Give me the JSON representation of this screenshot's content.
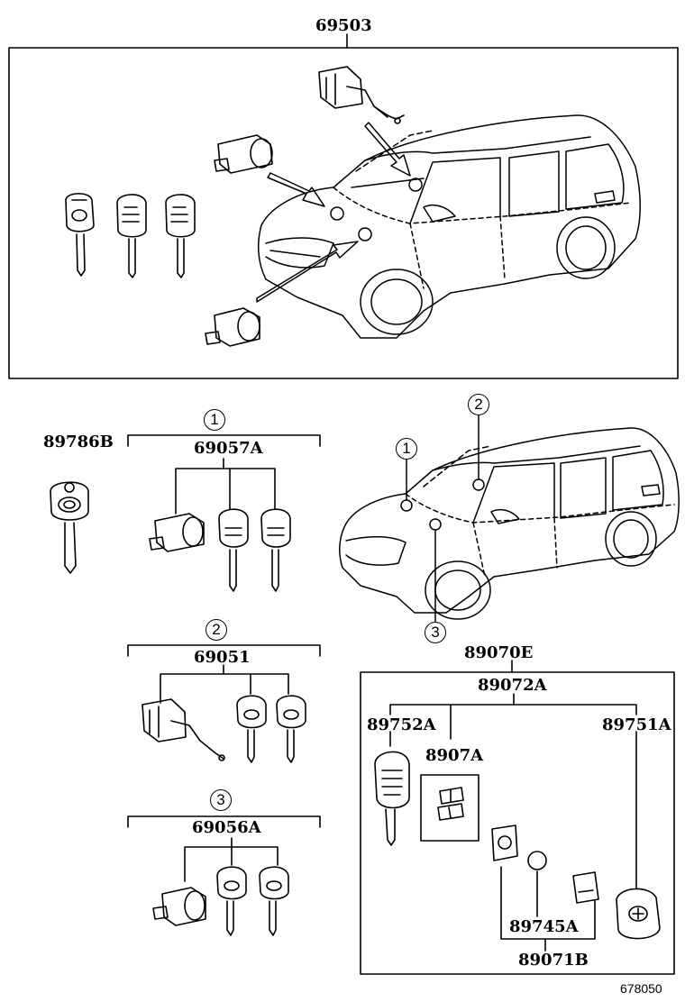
{
  "diagram": {
    "figure_id": "678050",
    "assembly": {
      "part_no": "69503"
    },
    "sets": [
      {
        "callout": "1",
        "part_no": "69057A"
      },
      {
        "callout": "2",
        "part_no": "69051"
      },
      {
        "callout": "3",
        "part_no": "69056A"
      }
    ],
    "vehicle_callouts": [
      "1",
      "2",
      "3"
    ],
    "key_blank": {
      "part_no": "89786B"
    },
    "transmitter": {
      "part_no": "89070E",
      "sub_assembly": "89072A",
      "remote_key": "89752A",
      "housing": "8907A",
      "smart_key": "89751A",
      "battery": "89745A",
      "module": "89071B"
    }
  }
}
